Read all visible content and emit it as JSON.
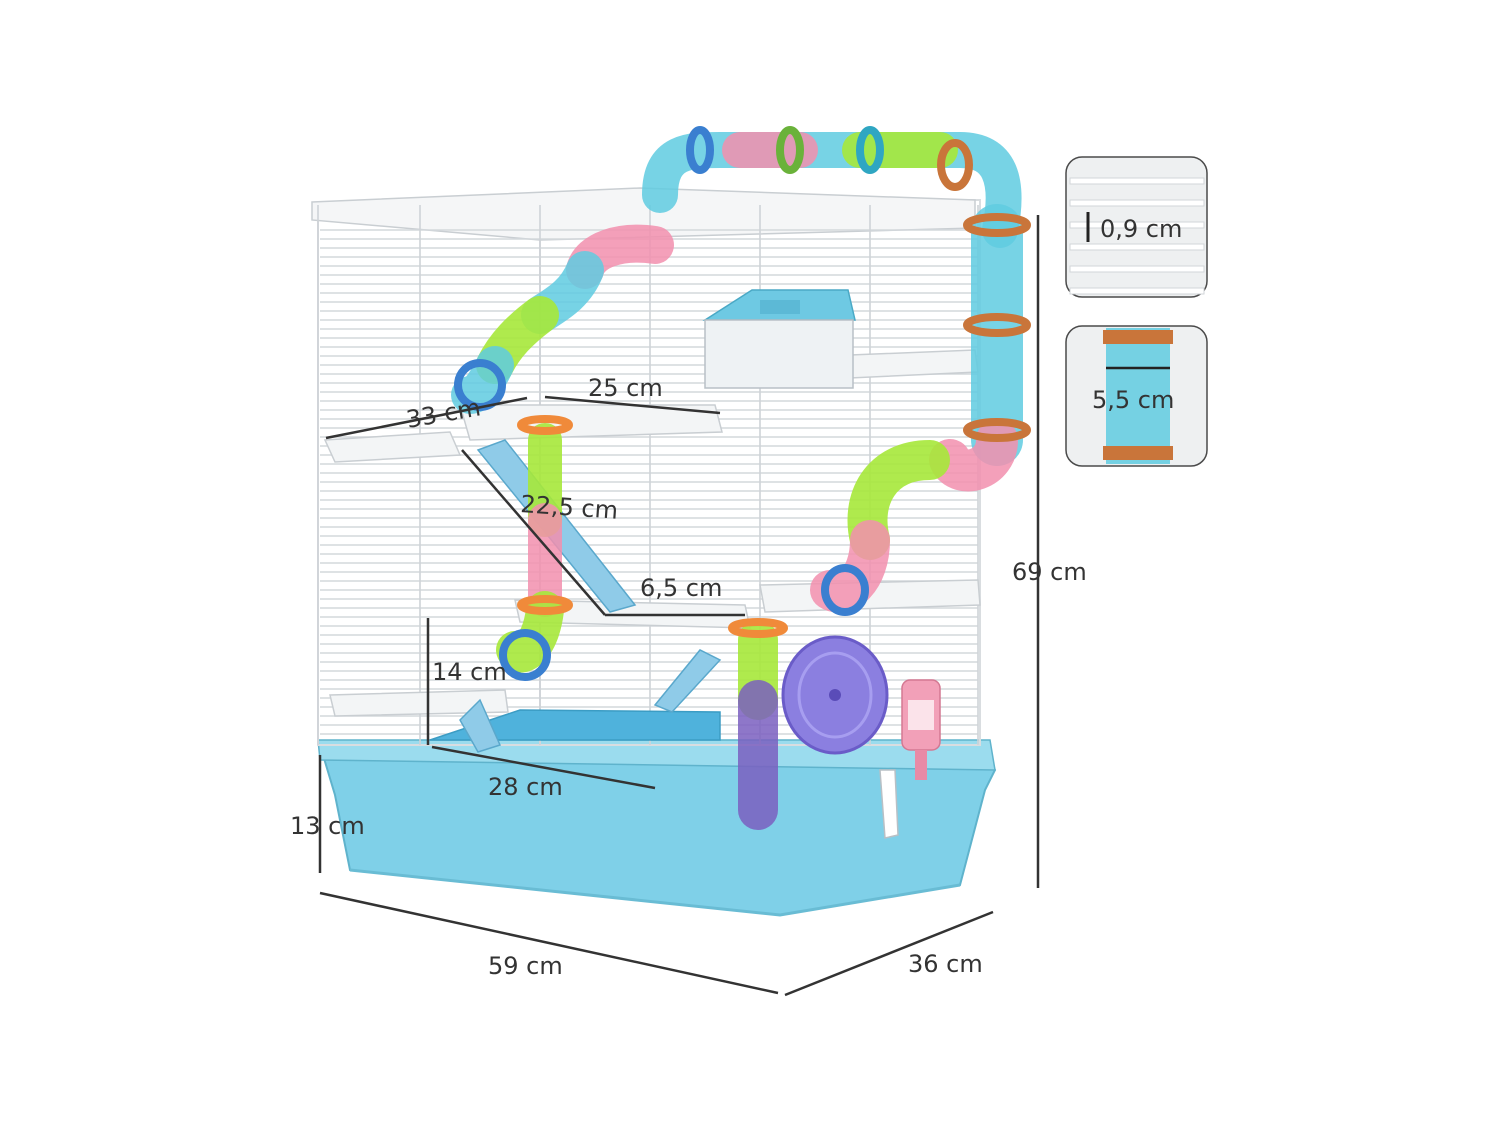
{
  "dimensions": {
    "width": "59 cm",
    "depth": "36 cm",
    "height": "69 cm",
    "base_height": "13 cm",
    "shelf_depth": "33 cm",
    "shelf_width": "25 cm",
    "ramp_length": "22,5 cm",
    "ramp_width": "6,5 cm",
    "level_height": "14 cm",
    "lower_shelf_width": "28 cm"
  },
  "insets": {
    "bar_spacing": "0,9 cm",
    "tube_diameter": "5,5 cm"
  },
  "colors": {
    "base": "#7fd0e8",
    "tube_blue": "#5fcbe0",
    "tube_green": "#a6e83a",
    "tube_pink": "#f28fae",
    "tube_orange": "#c9753a",
    "wheel": "#8b7fe0",
    "bottle": "#f2a0b8"
  }
}
